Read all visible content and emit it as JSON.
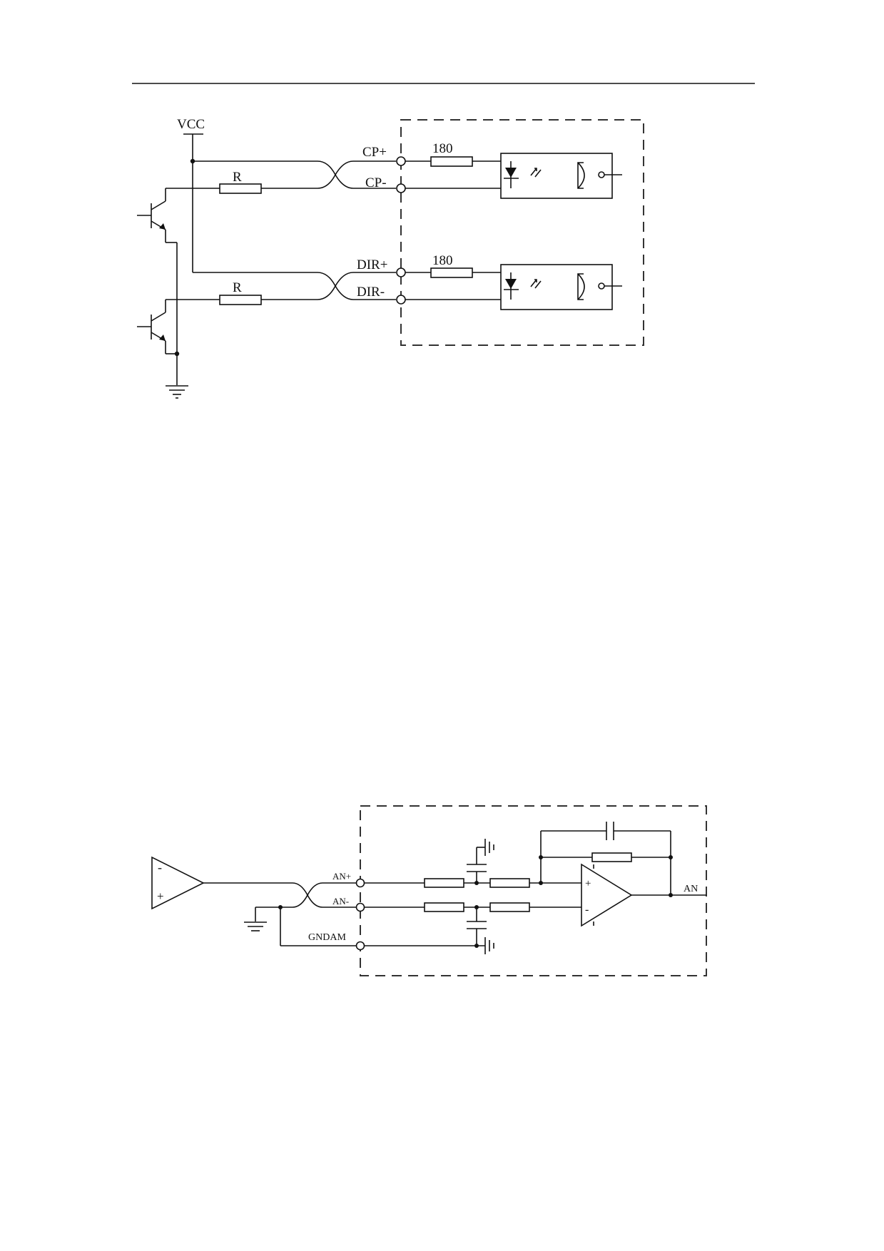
{
  "diagram1": {
    "supply_label": "VCC",
    "channels": [
      {
        "plus_label": "CP+",
        "minus_label": "CP-",
        "resistor_value": "180"
      },
      {
        "plus_label": "DIR+",
        "minus_label": "DIR-",
        "resistor_value": "180"
      }
    ],
    "series_resistor_label": "R"
  },
  "diagram2": {
    "inputs": {
      "plus_label": "AN+",
      "minus_label": "AN-",
      "ground_label": "GNDAM"
    },
    "output_label": "AN",
    "opamp_symbols": {
      "minus": "-",
      "plus": "+"
    }
  },
  "colors": {
    "line": "#111111",
    "background": "#ffffff",
    "border_dash": "#333333"
  }
}
